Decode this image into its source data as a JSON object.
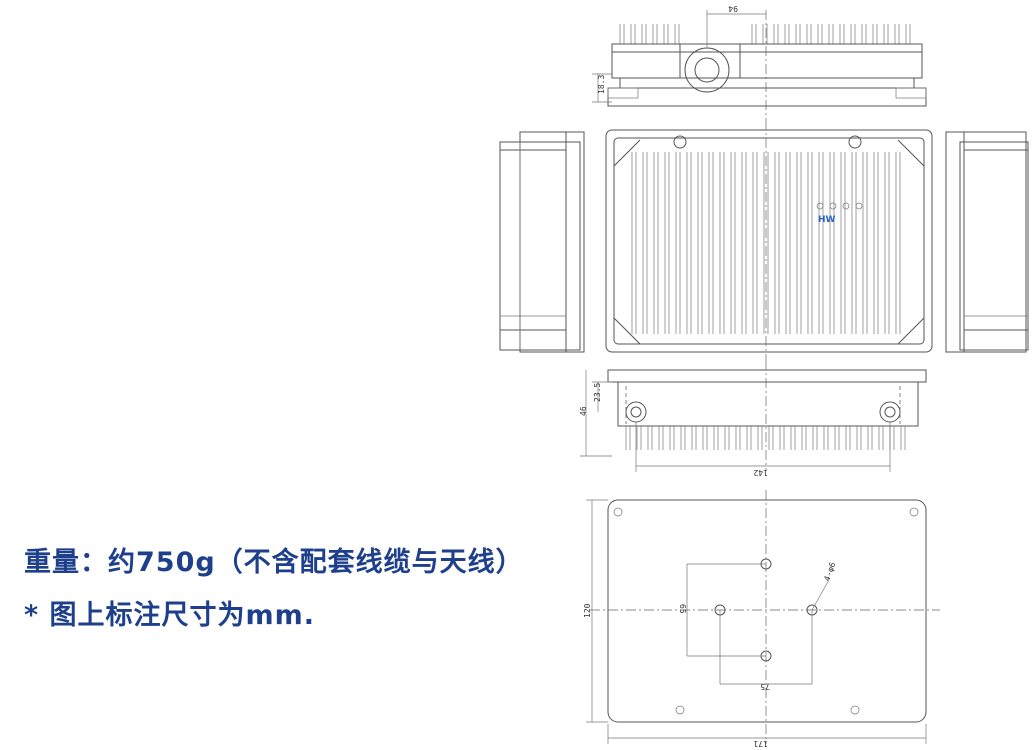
{
  "notes": {
    "weight": "重量：约750g（不含配套线缆与天线）",
    "units": "* 图上标注尺寸为mm."
  },
  "dimensions": {
    "top_width": "94",
    "top_height": "18.3",
    "side_height_small": "23.5",
    "side_height_total": "46",
    "side_width": "142",
    "base_height": "120",
    "base_width": "171",
    "hole_span_x": "75",
    "hole_span_y": "65",
    "hole_spec": "4-φ6"
  },
  "logo_text": "HW",
  "colors": {
    "note_text": "#1e3f8c",
    "line": "#555555",
    "logo": "#2a62c9"
  }
}
